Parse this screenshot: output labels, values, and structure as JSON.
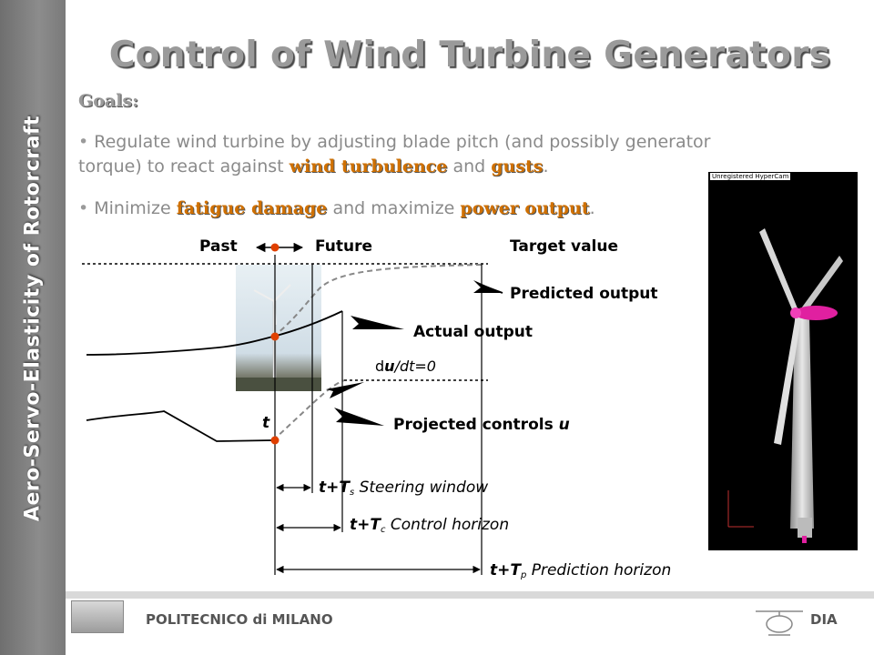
{
  "sidebar": {
    "label": "Aero-Servo-Elasticity of Rotorcraft"
  },
  "slide": {
    "title": "Control of Wind Turbine Generators",
    "goals_label": "Goals:",
    "bullet1_a": "Regulate wind turbine by adjusting blade pitch (and possibly generator",
    "bullet1_b": "torque) to react against ",
    "bullet1_hl1": "wind turbulence",
    "bullet1_mid": " and ",
    "bullet1_hl2": "gusts",
    "bullet1_end": ".",
    "bullet2_a": "Minimize ",
    "bullet2_hl1": "fatigue damage",
    "bullet2_mid": " and maximize ",
    "bullet2_hl2": "power output",
    "bullet2_end": "."
  },
  "diagram": {
    "past": "Past",
    "future": "Future",
    "target_value": "Target value",
    "predicted_output": "Predicted output",
    "actual_output": "Actual output",
    "dudt_d": "d",
    "dudt_u": "u",
    "dudt_rest": "/dt=0",
    "t_label": "t",
    "projected_controls": "Projected controls ",
    "projected_u": "u",
    "ts_pre": "t+T",
    "ts_sub": "s",
    "ts_post": " Steering window",
    "tc_pre": "t+T",
    "tc_sub": "c",
    "tc_post": " Control horizon",
    "tp_pre": "t+T",
    "tp_sub": "p",
    "tp_post": " Prediction horizon"
  },
  "screenshot": {
    "watermark": "Unregistered HyperCam"
  },
  "footer": {
    "institution": "POLITECNICO di MILANO",
    "dept": "DIA"
  },
  "colors": {
    "highlight": "#d07000",
    "accent_marker": "#e04000",
    "rotor_hub": "#e020a0"
  }
}
